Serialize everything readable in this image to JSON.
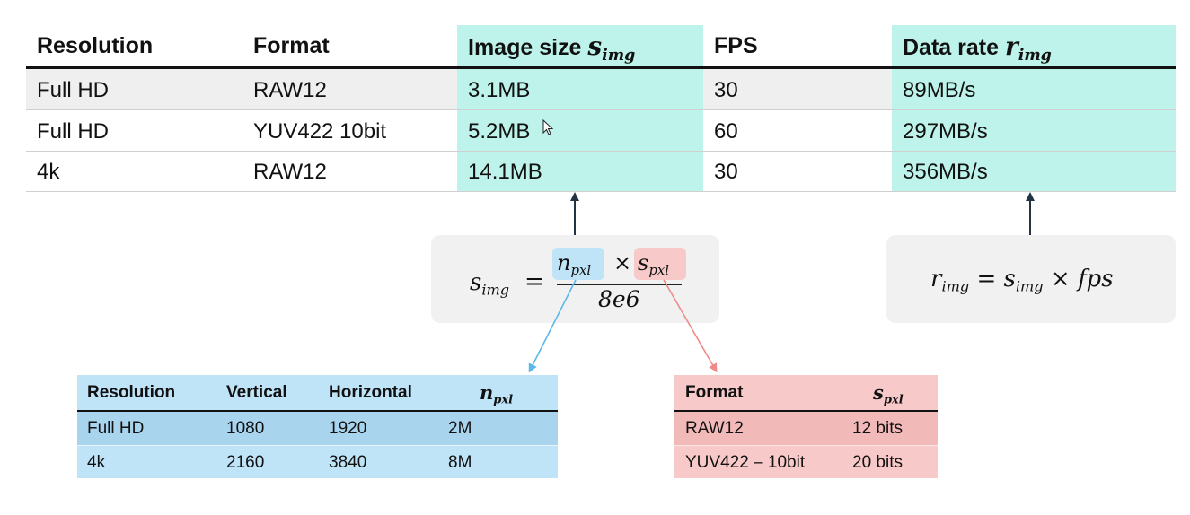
{
  "main_table": {
    "headers": {
      "resolution": "Resolution",
      "format": "Format",
      "image_size": "Image size",
      "image_size_sym": "s",
      "image_size_sub": "img",
      "fps": "FPS",
      "data_rate": "Data rate",
      "data_rate_sym": "r",
      "data_rate_sub": "img"
    },
    "rows": [
      {
        "resolution": "Full HD",
        "format": "RAW12",
        "image_size": "3.1MB",
        "fps": "30",
        "data_rate": "89MB/s"
      },
      {
        "resolution": "Full HD",
        "format": "YUV422 10bit",
        "image_size": "5.2MB",
        "fps": "60",
        "data_rate": "297MB/s"
      },
      {
        "resolution": "4k",
        "format": "RAW12",
        "image_size": "14.1MB",
        "fps": "30",
        "data_rate": "356MB/s"
      }
    ]
  },
  "formula_size": {
    "lhs": "s",
    "lhs_sub": "img",
    "eq": "=",
    "n": "n",
    "n_sub": "pxl",
    "times": "×",
    "s": "s",
    "s_sub": "pxl",
    "denominator": "8e6"
  },
  "formula_rate": {
    "lhs": "r",
    "lhs_sub": "img",
    "eq": "=",
    "s": "s",
    "s_sub": "img",
    "times": "×",
    "fps": "fps"
  },
  "pixel_table": {
    "headers": {
      "resolution": "Resolution",
      "vertical": "Vertical",
      "horizontal": "Horizontal",
      "n_sym": "n",
      "n_sub": "pxl"
    },
    "rows": [
      {
        "resolution": "Full HD",
        "vertical": "1080",
        "horizontal": "1920",
        "n": "2M"
      },
      {
        "resolution": "4k",
        "vertical": "2160",
        "horizontal": "3840",
        "n": "8M"
      }
    ]
  },
  "format_table": {
    "headers": {
      "format": "Format",
      "s_sym": "s",
      "s_sub": "pxl"
    },
    "rows": [
      {
        "format": "RAW12",
        "s": "12 bits"
      },
      {
        "format": "YUV422 – 10bit",
        "s": "20 bits"
      }
    ]
  },
  "colors": {
    "highlight_teal": "#bdf3ea",
    "highlight_blue": "#bfe3f7",
    "highlight_pink": "#f7c9c9",
    "arrow_blue": "#5bb8e8",
    "arrow_pink": "#ee8a8a",
    "arrow_dark": "#223344"
  }
}
